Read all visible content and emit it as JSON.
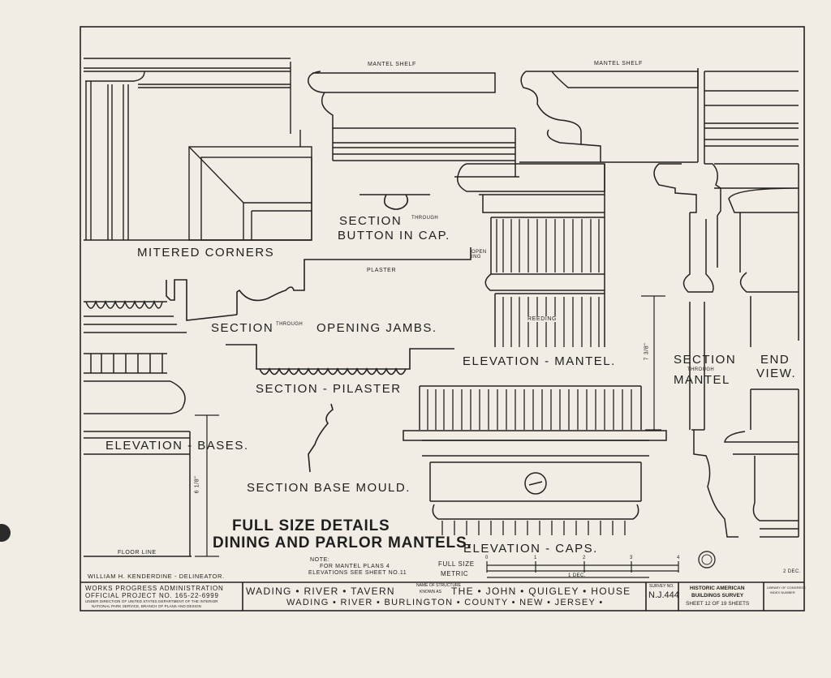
{
  "labels": {
    "mantel_shelf_1": "MANTEL SHELF",
    "mantel_shelf_2": "MANTEL SHELF",
    "section_through": "SECTION",
    "through_small": "THROUGH",
    "button_in_cap": "BUTTON IN CAP.",
    "mitered_corners": "MITERED CORNERS",
    "plaster": "PLASTER",
    "opening": "OPEN ING",
    "section_opening_jambs_a": "SECTION",
    "section_opening_jambs_through": "THROUGH",
    "section_opening_jambs_b": "OPENING JAMBS.",
    "reeding": "REEDING",
    "elevation_mantel": "ELEVATION - MANTEL.",
    "dim_7": "7 3/8\"",
    "section_through_mantel_a": "SECTION",
    "section_through_mantel_through": "THROUGH",
    "section_through_mantel_b": "MANTEL",
    "end_view_a": "END",
    "end_view_b": "VIEW.",
    "section_pilaster": "SECTION - PILASTER",
    "elevation_bases": "ELEVATION - BASES.",
    "dim_6": "6 1/8\"",
    "section_base_mould": "SECTION BASE MOULD.",
    "full_size_details": "FULL SIZE DETAILS",
    "dining_parlor": "DINING AND PARLOR MANTELS.",
    "elevation_caps": "ELEVATION - CAPS.",
    "floor_line": "FLOOR LINE",
    "note_a": "NOTE:",
    "note_b": "FOR MANTEL PLANS 4",
    "note_c": "ELEVATIONS SEE SHEET NO.11",
    "full_size": "FULL SIZE",
    "metric": "METRIC",
    "scale_ticks": [
      "0",
      "1",
      "2",
      "3",
      "4"
    ],
    "scale_dec": "1 DEC.",
    "delineator": "WILLIAM H. KENDERDINE - DELINEATOR.",
    "corner_mark": "2 DEC."
  },
  "title_block": {
    "wpa_1": "WORKS PROGRESS ADMINISTRATION",
    "wpa_2": "OFFICIAL PROJECT NO. 165-22-6999",
    "wpa_3": "UNDER DIRECTION OF UNITED STATES DEPARTMENT OF THE INTERIOR",
    "wpa_4": "NATIONAL PARK SERVICE, BRANCH OF PLANS AND DESIGN",
    "structure_line1_a": "WADING • RIVER • TAVERN",
    "structure_small": "NAME OF STRUCTURE",
    "structure_known": "KNOWN AS",
    "structure_line1_b": "THE • JOHN • QUIGLEY • HOUSE",
    "structure_line2": "WADING • RIVER • BURLINGTON • COUNTY • NEW • JERSEY •",
    "survey_label": "SURVEY NO.",
    "survey_no": "N.J.444",
    "habs_1": "HISTORIC AMERICAN",
    "habs_2": "BUILDINGS SURVEY",
    "sheet": "SHEET 12 OF 19 SHEETS",
    "index_1": "LIBRARY OF CONGRESS",
    "index_2": "INDEX NUMBER"
  }
}
